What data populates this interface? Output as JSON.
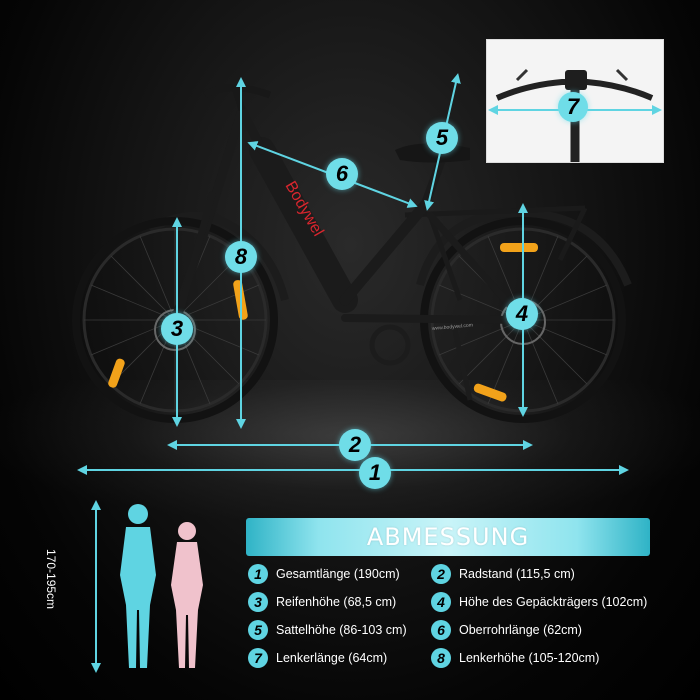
{
  "brand_text": "Bodywel",
  "frame_text": "www.bodywel.com",
  "inset_badge": "7",
  "dimension_badges": [
    "1",
    "2",
    "3",
    "4",
    "5",
    "6",
    "8"
  ],
  "height_label": "170-195cm",
  "section_title": "ABMESSUNG",
  "legend": [
    {
      "num": "1",
      "text": "Gesamtlänge (190cm)"
    },
    {
      "num": "2",
      "text": "Radstand (115,5 cm)"
    },
    {
      "num": "3",
      "text": "Reifenhöhe (68,5 cm)"
    },
    {
      "num": "4",
      "text": "Höhe des Gepäckträgers (102cm)"
    },
    {
      "num": "5",
      "text": "Sattelhöhe (86-103 cm)"
    },
    {
      "num": "6",
      "text": "Oberrohrlänge (62cm)"
    },
    {
      "num": "7",
      "text": "Lenkerlänge (64cm)"
    },
    {
      "num": "8",
      "text": "Lenkerhöhe (105-120cm)"
    }
  ],
  "colors": {
    "accent": "#5fd4e2",
    "background": "#000000",
    "text": "#ffffff",
    "brand_red": "#d8262e"
  }
}
